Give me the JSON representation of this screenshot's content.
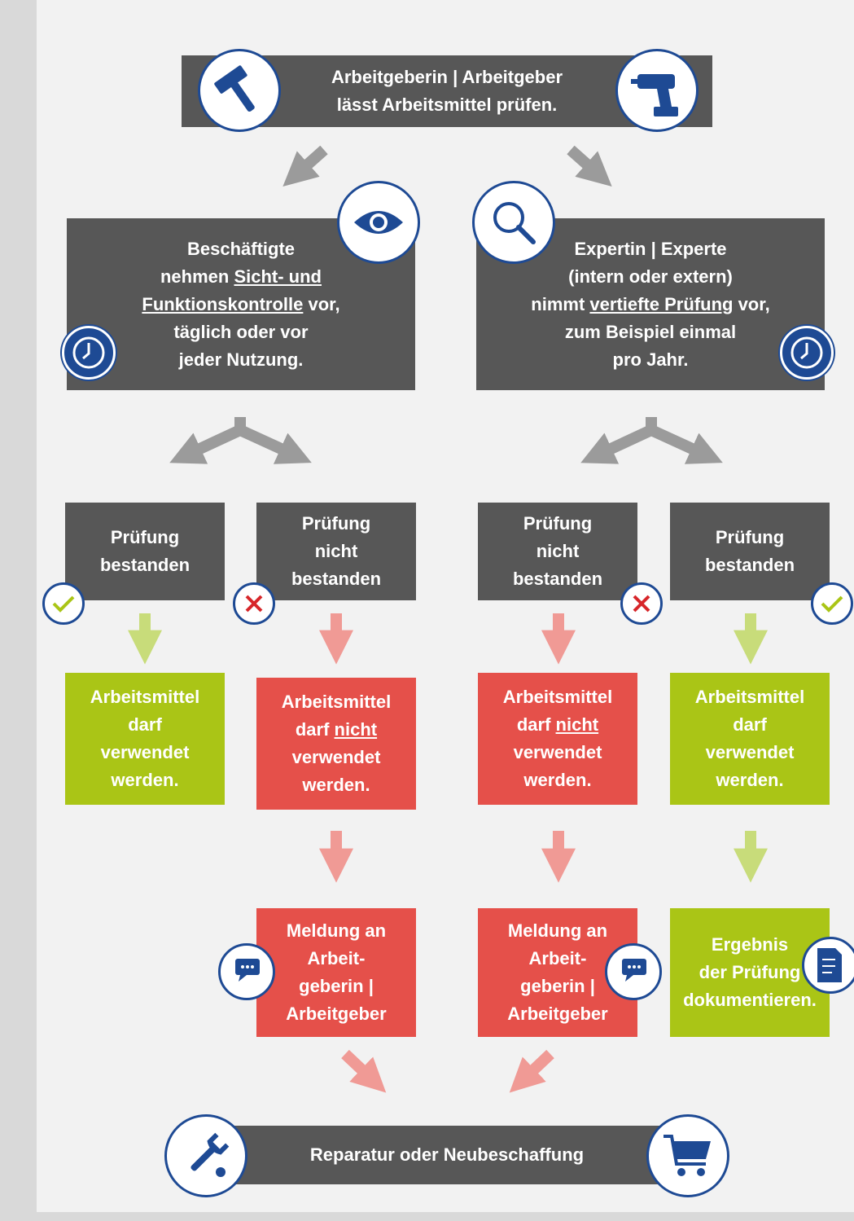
{
  "top": {
    "line1": "Arbeitgeberin | Arbeitgeber",
    "line2": "lässt Arbeitsmittel prüfen."
  },
  "left_check": {
    "line1": "Beschäftigte",
    "line2_pre": "nehmen ",
    "line2_u": "Sicht- und ",
    "line3_u": "Funktionskontrolle",
    "line3_post": " vor,",
    "line4": "täglich oder vor",
    "line5": "jeder Nutzung."
  },
  "right_check": {
    "line1": "Expertin | Experte",
    "line2": "(intern oder extern)",
    "line3_pre": "nimmt ",
    "line3_u": "vertiefte Prüfung",
    "line3_post": " vor,",
    "line4": "zum Beispiel einmal",
    "line5": "pro Jahr."
  },
  "passed": "Prüfung\nbestanden",
  "failed": "Prüfung\nnicht\nbestanden",
  "may_use": "Arbeitsmittel\ndarf\nverwendet\nwerden.",
  "may_not_use": {
    "line1": "Arbeitsmittel",
    "line2_pre": "darf ",
    "line2_u": "nicht",
    "line3": "verwendet",
    "line4": "werden."
  },
  "report": "Meldung an\nArbeit-\ngeberin |\nArbeitgeber",
  "document": "Ergebnis\nder Prüfung\ndokumentieren.",
  "bottom": "Reparatur oder Neubeschaffung",
  "colors": {
    "gray_box": "#575757",
    "red_box": "#e5504a",
    "green_box": "#aac516",
    "icon_blue": "#1e4a94",
    "arrow_gray": "#9b9b9b",
    "arrow_red": "#f09a95",
    "arrow_green": "#c8dc7a"
  },
  "icons": [
    "hammer-icon",
    "drill-icon",
    "eye-icon",
    "magnifier-icon",
    "clock-icon",
    "check-icon",
    "cross-icon",
    "chat-icon",
    "document-icon",
    "wrench-icon",
    "cart-icon"
  ]
}
